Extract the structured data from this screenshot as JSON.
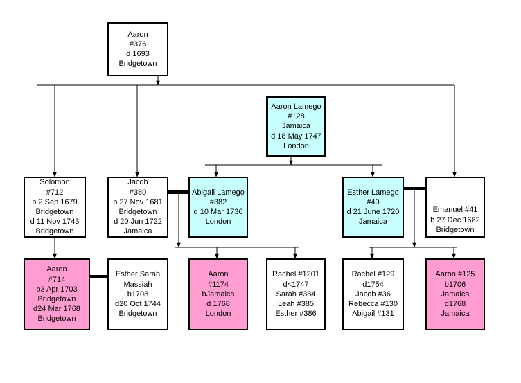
{
  "colors": {
    "cyan": "#c8ffff",
    "pink": "#ff9dd0",
    "line": "#000000"
  },
  "people": {
    "aaron_376": [
      "Aaron",
      "#376",
      "d 1693",
      "Bridgetown"
    ],
    "aaron_lamego_128": [
      "Aaron Lamego",
      "#128",
      "Jamaica",
      "d 18 May 1747",
      "London"
    ],
    "solomon_712": [
      "Solomon",
      "#712",
      "b 2 Sep 1679",
      "Bridgetown",
      "d 11 Nov 1743",
      "Bridgetown"
    ],
    "jacob_380": [
      "Jacob",
      "#380",
      "b 27 Nov 1681",
      "Bridgetown",
      "d 20 Jun 1722",
      "Jamaica"
    ],
    "abigail_lamego_382": [
      "Abigail Lamego",
      "#382",
      "d 10 Mar 1736",
      "London"
    ],
    "esther_lamego_40": [
      "Esther Lamego",
      "#40",
      "d 21 June 1720",
      "Jamaica"
    ],
    "emanuel_41": [
      "Emanuel #41",
      "b 27 Dec 1682",
      "Bridgetown"
    ],
    "aaron_714": [
      "Aaron",
      "#714",
      "b3 Apr 1703",
      "Bridgetown",
      "d24 Mar 1768",
      "Bridgetown"
    ],
    "esther_sarah_massiah": [
      "Esther Sarah",
      "Massiah",
      "b1708",
      "d20 Oct 1744",
      "Bridgetown"
    ],
    "aaron_1174": [
      "Aaron",
      "#1174",
      "bJamaica",
      "d 1768",
      "London"
    ],
    "rachel_1201_group": [
      "Rachel #1201",
      "d<1747",
      "Sarah #384",
      "Leah #385",
      "Esther #386"
    ],
    "rachel_129_group": [
      "Rachel #129",
      "d1754",
      "Jacob #36",
      "Rebecca #130",
      "Abigail #131"
    ],
    "aaron_125": [
      "Aaron #125",
      "b1706",
      "Jamaica",
      "d1768",
      "Jamaica"
    ]
  }
}
